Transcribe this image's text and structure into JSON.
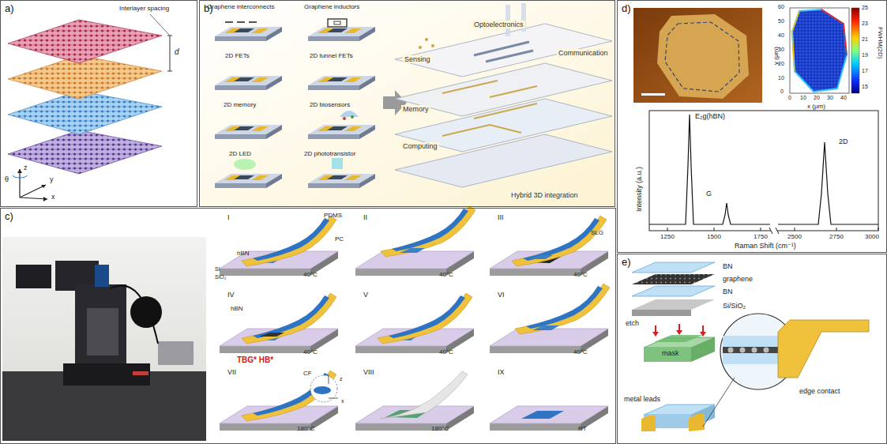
{
  "diagram": {
    "nodes": [
      {
        "text": [
          "a)"
        ]
      },
      {
        "text": [
          "b)"
        ]
      },
      {
        "text": [
          "c)"
        ]
      },
      {
        "text": [
          "d)"
        ]
      },
      {
        "text": [
          "e)"
        ]
      }
    ],
    "labels": [
      "Interlayer spacing",
      "d",
      "z",
      "y",
      "x",
      "θ",
      "Graphene interconnects",
      "Graphene inductors",
      "2D FETs",
      "2D tunnel FETs",
      "2D memory",
      "2D biosensors",
      "2D LED",
      "2D phototransistor",
      "Sensing",
      "Optoelectronics",
      "Communication",
      "Memory",
      "Computing",
      "Hybrid 3D integration",
      "I",
      "PDMS",
      "PC",
      "Si",
      "SiO₂",
      "hBN",
      "40°C",
      "II",
      "40°C",
      "III",
      "SLG",
      "40°C",
      "IV",
      "hBN",
      "40°C",
      "V",
      "40°C",
      "VI",
      "40°C",
      "TBG* HB*",
      "VII",
      "CF",
      "z",
      "x",
      "180°C",
      "VIII",
      "180°C",
      "IX",
      "RT",
      "y (μm)",
      "60",
      "50",
      "40",
      "30",
      "20",
      "10",
      "0",
      "0",
      "10",
      "20",
      "30",
      "40",
      "x (μm)",
      "FWHM(2D)",
      "25",
      "23",
      "21",
      "19",
      "17",
      "15",
      "E₂g(hBN)",
      "G",
      "2D",
      "Intensity (a.u.)",
      "1250",
      "1500",
      "1750",
      "2500",
      "2750",
      "3000",
      "Raman Shift (cm⁻¹)",
      "BN",
      "graphene",
      "BN",
      "Si/SiO₂",
      "etch",
      "mask",
      "metal leads",
      "edge contact"
    ]
  }
}
